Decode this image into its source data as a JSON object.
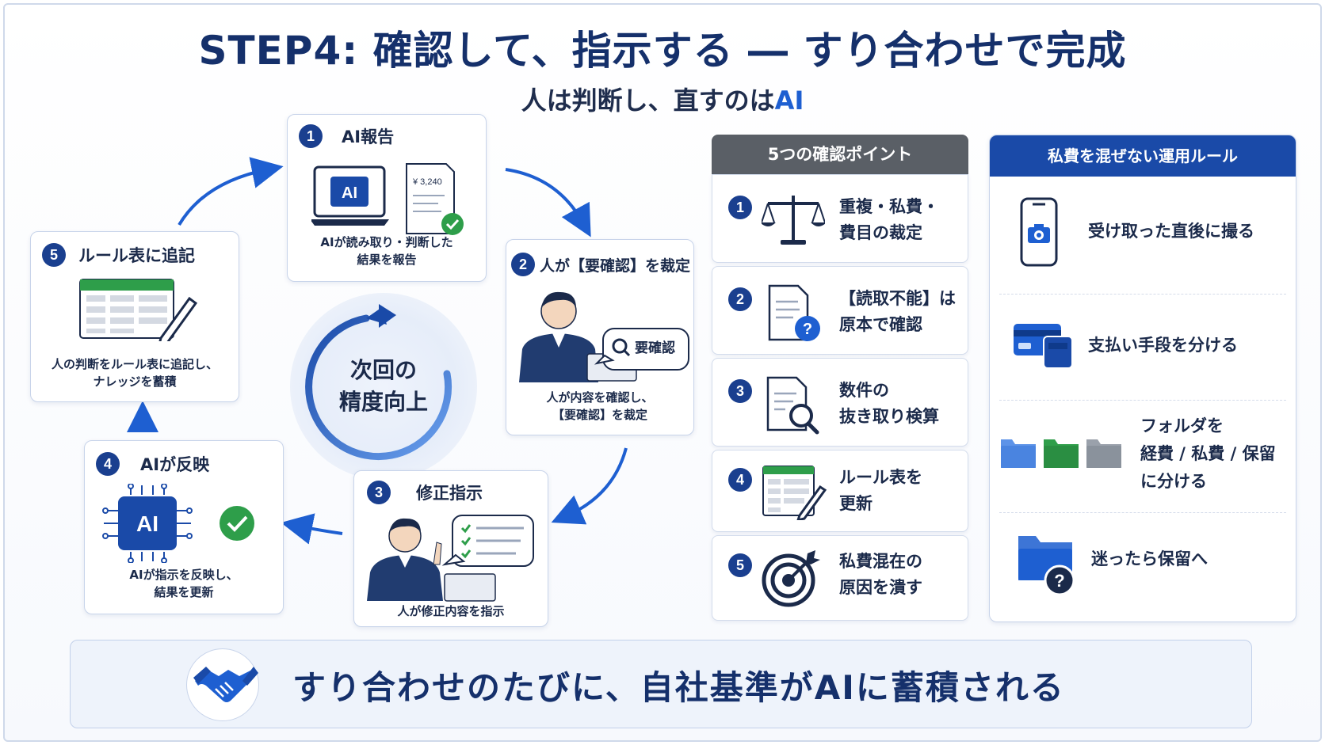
{
  "title": "STEP4: 確認して、指示する ― すり合わせで完成",
  "subtitle": {
    "prefix": "人は判断し、直すのは",
    "highlight": "AI"
  },
  "cycle": {
    "center": {
      "line1": "次回の",
      "line2": "精度向上"
    },
    "steps": [
      {
        "num": "1",
        "title": "AI報告",
        "desc1": "AIが読み取り・判断した",
        "desc2": "結果を報告",
        "receipt_amount": "¥ 3,240",
        "screen_label": "AI"
      },
      {
        "num": "2",
        "title": "人が【要確認】を裁定",
        "desc1": "人が内容を確認し、",
        "desc2": "【要確認】を裁定",
        "bubble": "要確認"
      },
      {
        "num": "3",
        "title": "修正指示",
        "desc1": "人が修正内容を指示",
        "desc2": ""
      },
      {
        "num": "4",
        "title": "AIが反映",
        "desc1": "AIが指示を反映し、",
        "desc2": "結果を更新",
        "chip_label": "AI"
      },
      {
        "num": "5",
        "title": "ルール表に追記",
        "desc1": "人の判断をルール表に追記し、",
        "desc2": "ナレッジを蓄積"
      }
    ]
  },
  "check_points": {
    "header": "5つの確認ポイント",
    "items": [
      {
        "num": "1",
        "icon": "scale-icon",
        "text": "重複・私費・\n費目の裁定"
      },
      {
        "num": "2",
        "icon": "document-question-icon",
        "text": "【読取不能】は\n原本で確認"
      },
      {
        "num": "3",
        "icon": "document-search-icon",
        "text": "数件の\n抜き取り検算"
      },
      {
        "num": "4",
        "icon": "spreadsheet-edit-icon",
        "text": "ルール表を\n更新"
      },
      {
        "num": "5",
        "icon": "target-icon",
        "text": "私費混在の\n原因を潰す"
      }
    ]
  },
  "rules": {
    "header": "私費を混ぜない運用ルール",
    "items": [
      {
        "icon": "smartphone-camera-icon",
        "text": "受け取った直後に撮る"
      },
      {
        "icon": "credit-card-icon",
        "text": "支払い手段を分ける"
      },
      {
        "icon": "folders-icon",
        "text": "フォルダを\n経費 / 私費 / 保留\nに分ける"
      },
      {
        "icon": "folder-question-icon",
        "text": "迷ったら保留へ"
      }
    ]
  },
  "banner": "すり合わせのたびに、自社基準がAIに蓄積される",
  "colors": {
    "navy": "#15306b",
    "accent": "#1e5fd1",
    "green": "#2e9e4a",
    "gray_header": "#5a5f66",
    "rules_header": "#1a4aa8"
  }
}
